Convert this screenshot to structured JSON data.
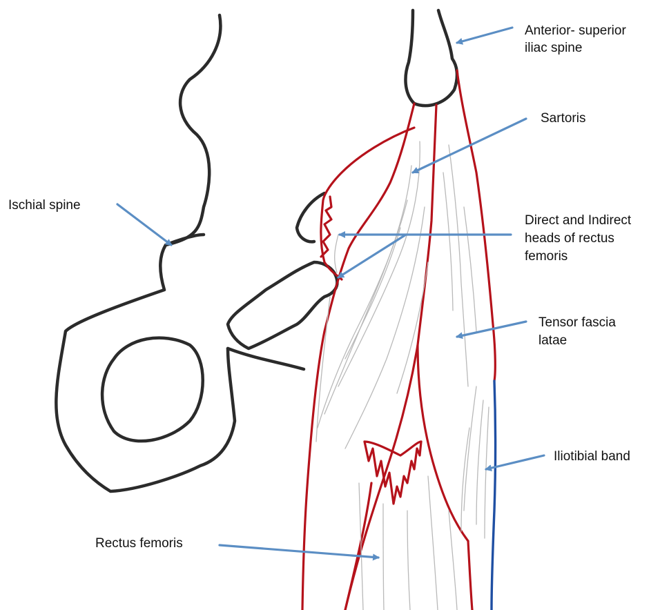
{
  "labels": {
    "asis_line1": "Anterior- superior",
    "asis_line2": "iliac spine",
    "sartoris": "Sartoris",
    "ischial_spine": "Ischial spine",
    "heads_line1": "Direct and Indirect",
    "heads_line2": "heads of rectus",
    "heads_line3": "femoris",
    "tfl_line1": "Tensor fascia",
    "tfl_line2": "latae",
    "itb": "Iliotibial band",
    "rectus_femoris": "Rectus femoris"
  },
  "colors": {
    "bone_outline": "#2b2b2b",
    "muscle_outline": "#b5121b",
    "iliotibial_band": "#1f4fa3",
    "fibers": "#b9b9b9",
    "arrows": "#5b8ec4"
  }
}
